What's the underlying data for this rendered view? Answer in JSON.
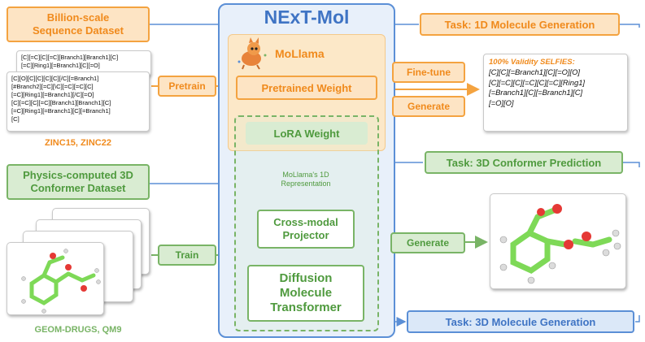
{
  "title": "NExT-Mol",
  "left": {
    "seq_dataset": "Billion-scale\nSequence Dataset",
    "seq_front": "[C][O][C][C][C][C][/C][=Branch1]\n[#Branch2][=C][\\C][=C][=C][C]\n[=C][Ring1][=Branch1][/C][=O]\n[C][=C][C][=C][Branch1][Branch1][C]\n[=C][Ring1][=Branch1][C][=Branch1]\n[C]",
    "seq_back": "[C][=C][C][=C][Branch1][Branch1][C]\n[=C][Ring1][=Branch1][C][=O]",
    "seq_caption": "ZINC15, ZINC22",
    "conf_dataset": "Physics-computed 3D\nConformer Dataset",
    "ellipsis": "...",
    "conf_caption": "GEOM-DRUGS, QM9"
  },
  "middle": {
    "moleculama": "MoLlama",
    "pretrained_weight": "Pretrained Weight",
    "lora_weight": "LoRA Weight",
    "representation": "MoLlama's 1D\nRepresentation",
    "projector": "Cross-modal\nProjector",
    "dmt": "Diffusion\nMolecule\nTransformer"
  },
  "edges": {
    "pretrain": "Pretrain",
    "finetune": "Fine-tune",
    "generate_top": "Generate",
    "train": "Train",
    "generate_bottom": "Generate"
  },
  "right": {
    "task1": "Task: 1D Molecule Generation",
    "selfies_title": "100% Validity SELFIES:",
    "selfies_body": "[C][C][=Branch1][C][=O][O]\n[C][=C][C][=C][C][=C][Ring1]\n[=Branch1][C][=Branch1][C]\n[=O][O]",
    "task2": "Task: 3D Conformer Prediction",
    "task3": "Task: 3D Molecule Generation"
  },
  "colors": {
    "orange": "#f4a340",
    "green": "#79b466",
    "blue": "#5b8fd6",
    "molecule_carbon": "#7ed957",
    "molecule_oxygen": "#e53935"
  }
}
